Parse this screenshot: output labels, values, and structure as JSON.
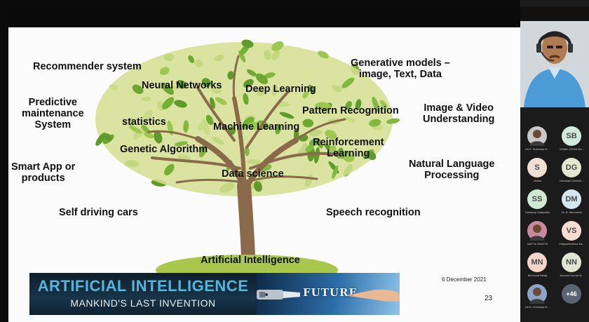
{
  "slide": {
    "labels": {
      "recommender": "Recommender system",
      "generative_1": "Generative models –",
      "generative_2": "image, Text, Data",
      "neural": "Neural Networks",
      "deep": "Deep  Learning",
      "predictive_1": "Predictive",
      "predictive_2": "maintenance",
      "predictive_3": "System",
      "pattern": "Pattern Recognition",
      "image_video_1": "Image & Video",
      "image_video_2": "Understanding",
      "statistics": "statistics",
      "ml": "Machine Learning",
      "reinforcement_1": "Reinforcement",
      "reinforcement_2": "Learning",
      "genetic": "Genetic Algorithm",
      "smart_1": "Smart App or",
      "smart_2": "products",
      "nlp_1": "Natural Language",
      "nlp_2": "Processing",
      "data_science": "Data science",
      "self_driving": "Self driving cars",
      "speech": "Speech recognition",
      "ai": "Artificial Intelligence"
    },
    "date": "6 December 2021",
    "page_number": "23",
    "banner": {
      "line1": "ARTIFICIAL INTELLIGENCE",
      "line2": "MANKIND'S LAST INVENTION",
      "future": "FUTURE"
    }
  },
  "participants": [
    {
      "initials": "",
      "name": "Mr.S. Srinivasa R...",
      "photo": true,
      "color": "#c8c8c8"
    },
    {
      "initials": "SB",
      "name": "SHAIK JOHNI BA...",
      "photo": false,
      "color": "#cfe9dc"
    },
    {
      "initials": "S",
      "name": "vinitha",
      "photo": false,
      "color": "#f1dfd3"
    },
    {
      "initials": "DG",
      "name": "Devarani Ganesh...",
      "photo": false,
      "color": "#e4e8d1"
    },
    {
      "initials": "SS",
      "name": "Sandeep Satapathy",
      "photo": false,
      "color": "#cfe9d2"
    },
    {
      "initials": "DM",
      "name": "Dr. B. Meenaxmi",
      "photo": false,
      "color": "#d5e6ee"
    },
    {
      "initials": "",
      "name": "MATTA SWATHI",
      "photo": true,
      "color": "#c98aa0"
    },
    {
      "initials": "VS",
      "name": "Vidyasrikrishna Sa...",
      "photo": false,
      "color": "#f6dcd3"
    },
    {
      "initials": "MN",
      "name": "Mr.Gandi Netaji",
      "photo": false,
      "color": "#f3d6c8"
    },
    {
      "initials": "NN",
      "name": "Naveen Kumar N...",
      "photo": false,
      "color": "#e1e5d3"
    },
    {
      "initials": "",
      "name": "Mr.N. Srinivasa R...",
      "photo": true,
      "color": "#8aa3c6"
    },
    {
      "initials": "+46",
      "name": "",
      "photo": false,
      "color": "#5a6470"
    }
  ]
}
